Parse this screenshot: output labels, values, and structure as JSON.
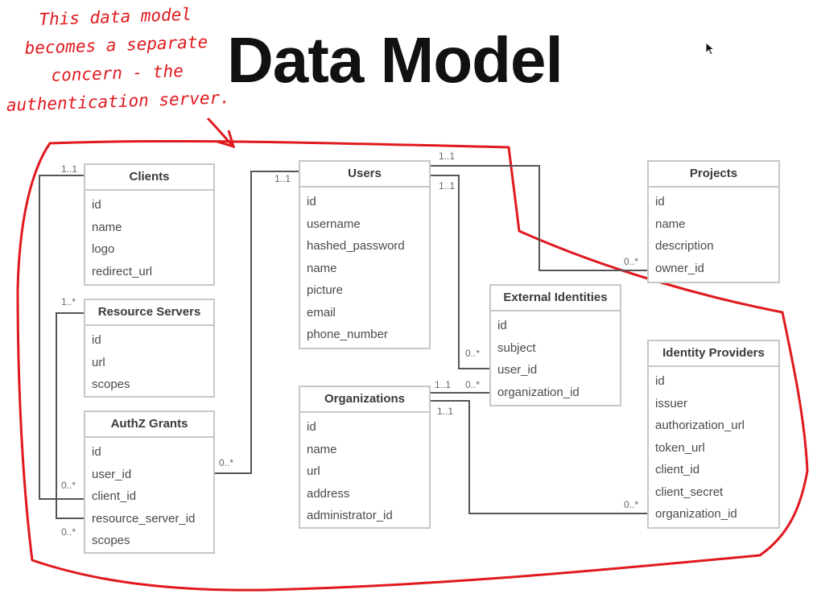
{
  "title": "Data Model",
  "annotation": {
    "lines": [
      "This data model",
      "becomes a separate",
      "concern - the",
      "authentication server."
    ]
  },
  "entities": {
    "clients": {
      "name": "Clients",
      "fields": [
        "id",
        "name",
        "logo",
        "redirect_url"
      ]
    },
    "resource_servers": {
      "name": "Resource Servers",
      "fields": [
        "id",
        "url",
        "scopes"
      ]
    },
    "authz_grants": {
      "name": "AuthZ Grants",
      "fields": [
        "id",
        "user_id",
        "client_id",
        "resource_server_id",
        "scopes"
      ]
    },
    "users": {
      "name": "Users",
      "fields": [
        "id",
        "username",
        "hashed_password",
        "name",
        "picture",
        "email",
        "phone_number"
      ]
    },
    "organizations": {
      "name": "Organizations",
      "fields": [
        "id",
        "name",
        "url",
        "address",
        "administrator_id"
      ]
    },
    "external_identities": {
      "name": "External Identities",
      "fields": [
        "id",
        "subject",
        "user_id",
        "organization_id"
      ]
    },
    "projects": {
      "name": "Projects",
      "fields": [
        "id",
        "name",
        "description",
        "owner_id"
      ]
    },
    "identity_providers": {
      "name": "Identity Providers",
      "fields": [
        "id",
        "issuer",
        "authorization_url",
        "token_url",
        "client_id",
        "client_secret",
        "organization_id"
      ]
    }
  },
  "cardinalities": {
    "clients_grants_one": "1..1",
    "rs_grants_many": "1..*",
    "grants_client_many": "0..*",
    "grants_rs_many": "0..*",
    "grants_users_many": "0..*",
    "users_grants_one": "1..1",
    "users_projects_one": "1..1",
    "projects_users_many": "0..*",
    "users_ext_one": "1..1",
    "ext_users_many": "0..*",
    "ext_org_many": "0..*",
    "org_ext_one": "1..1",
    "org_idp_one": "1..1",
    "idp_org_many": "0..*"
  },
  "colors": {
    "annotation": "#e0191f",
    "boundary": "#e0191f",
    "connector": "#555555",
    "entity_border": "#c4c8c6"
  }
}
